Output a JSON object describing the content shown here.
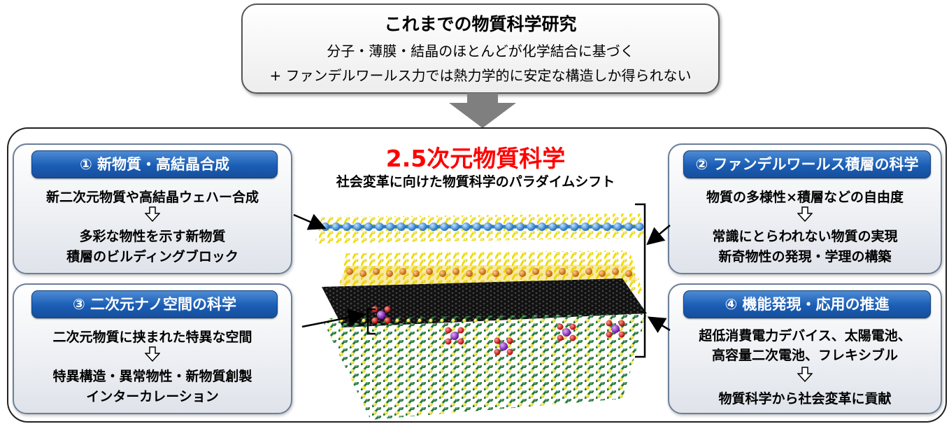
{
  "top": {
    "title": "これまでの物質科学研究",
    "line1": "分子・薄膜・結晶のほとんどが化学結合に基づく",
    "line2": "+ ファンデルワールス力では熱力学的に安定な構造しか得られない"
  },
  "center": {
    "title": "2.5次元物質科学",
    "subtitle": "社会変革に向けた物質科学のパラダイムシフト"
  },
  "panels": {
    "p1": {
      "label": "① 新物質・高結晶合成",
      "text1": "新二次元物質や高結晶ウェハー合成",
      "text2": "多彩な物性を示す新物質",
      "text3": "積層のビルディングブロック"
    },
    "p2": {
      "label": "② ファンデルワールス積層の科学",
      "text1": "物質の多様性×積層などの自由度",
      "text2": "常識にとらわれない物質の実現",
      "text3": "新奇物性の発現・学理の構築"
    },
    "p3": {
      "label": "③ 二次元ナノ空間の科学",
      "text1": "二次元物質に挟まれた特異な空間",
      "text2": "特異構造・異常物性・新物質創製",
      "text3": "インターカレーション"
    },
    "p4": {
      "label": "④ 機能発現・応用の推進",
      "text1": "超低消費電力デバイス、太陽電池、",
      "text2": "高容量二次電池、フレキシブル",
      "text3": "物質科学から社会変革に貢献"
    }
  },
  "colors": {
    "accent_red": "#ff0000",
    "pill_blue": "#1a5db5",
    "arrow_gray": "#7f7f7f",
    "atom_yellow": "#f5e400",
    "atom_blue": "#2a7fd0",
    "atom_orange": "#e07a10",
    "atom_green": "#1f7a3a",
    "atom_red": "#e01010",
    "atom_purple": "#9a2ad0"
  }
}
